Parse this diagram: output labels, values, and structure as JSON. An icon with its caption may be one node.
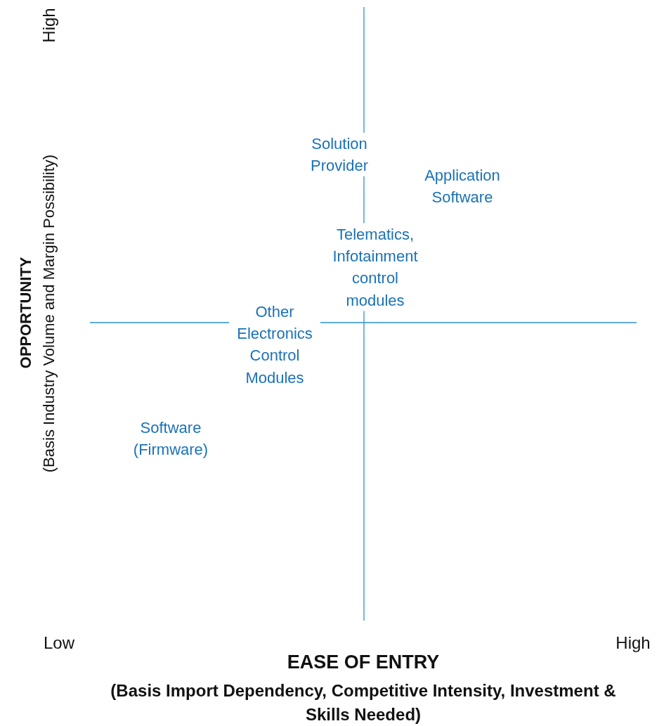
{
  "diagram": {
    "labels": [
      "High",
      "OPPORTUNITY",
      "(Basis Industry Volume and Margin Possibility)",
      "Solution Provider",
      "Application Software",
      "Telematics, Infotainment control modules",
      "Other Electronics Control Modules",
      "Software (Firmware)",
      "Low",
      "High",
      "EASE OF ENTRY",
      "(Basis Import Dependency, Competitive Intensity, Investment & Skills Needed)"
    ]
  }
}
